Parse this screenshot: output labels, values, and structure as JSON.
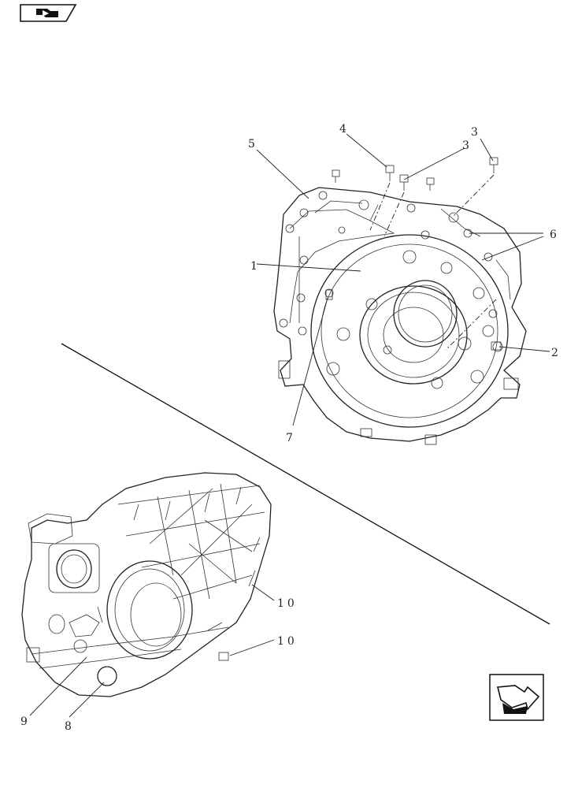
{
  "callouts": {
    "c1": "1",
    "c2": "2",
    "c3a": "3",
    "c3b": "3",
    "c4": "4",
    "c5": "5",
    "c6": "6",
    "c7": "7",
    "c8": "8",
    "c9": "9",
    "c10a": "10",
    "c10b": "10"
  },
  "icons": {
    "top_left": "book-icon",
    "bottom_right": "next-page-arrow-icon"
  }
}
